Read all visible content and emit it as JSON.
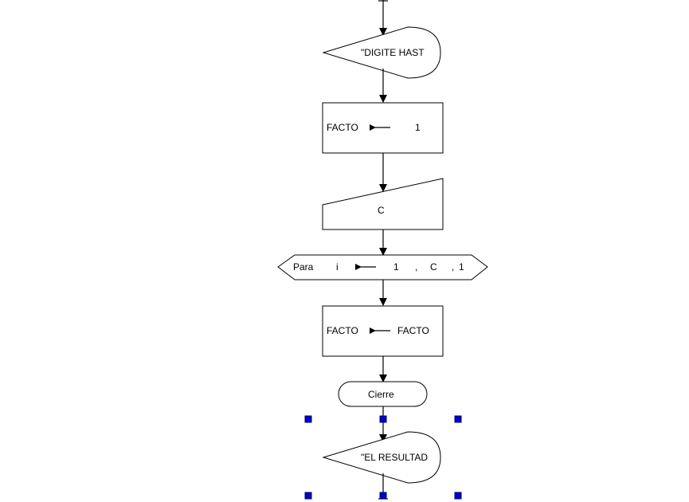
{
  "flowchart": {
    "output_prompt": {
      "text": "\"DIGITE HAST"
    },
    "assign_init": {
      "var": "FACTO",
      "value": "1"
    },
    "manual_input": {
      "var": "C"
    },
    "for_loop": {
      "keyword": "Para",
      "var": "i",
      "start": "1",
      "sep1": ",",
      "end": "C",
      "sep2": ",",
      "step": "1"
    },
    "assign_loop": {
      "var": "FACTO",
      "value": "FACTO"
    },
    "loop_end": {
      "text": "Cierre"
    },
    "output_result": {
      "text": "\"EL RESULTAD"
    }
  },
  "colors": {
    "line": "#000000",
    "fill": "#ffffff",
    "handle": "#0000cc"
  }
}
